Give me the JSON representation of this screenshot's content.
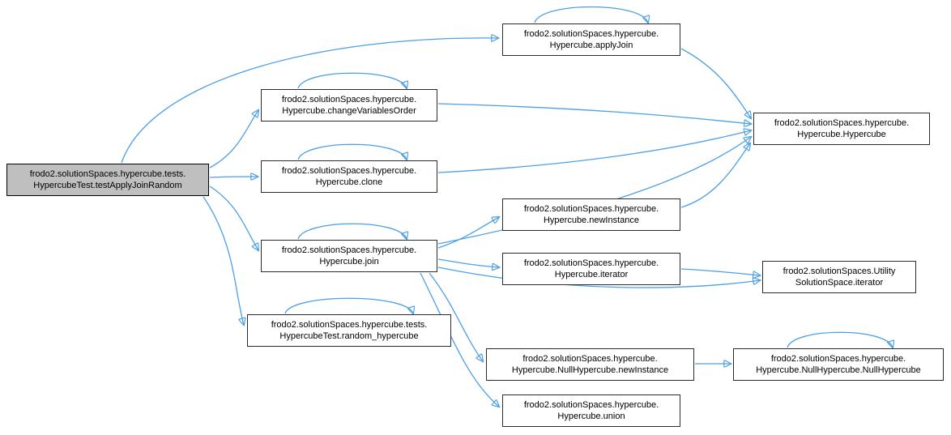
{
  "diagram": {
    "type": "call-graph",
    "colors": {
      "edge": "#4D9FE6",
      "node_fill": "#FFFFFF",
      "root_fill": "#BFBFBF",
      "border": "#2B2B2B",
      "background": "#FFFFFF"
    },
    "nodes": [
      {
        "id": "testApplyJoinRandom",
        "role": "root",
        "line1": "frodo2.solutionSpaces.hypercube.tests.",
        "line2": "HypercubeTest.testApplyJoinRandom"
      },
      {
        "id": "applyJoin",
        "role": "function",
        "line1": "frodo2.solutionSpaces.hypercube.",
        "line2": "Hypercube.applyJoin"
      },
      {
        "id": "changeVariablesOrder",
        "role": "function",
        "line1": "frodo2.solutionSpaces.hypercube.",
        "line2": "Hypercube.changeVariablesOrder"
      },
      {
        "id": "clone",
        "role": "function",
        "line1": "frodo2.solutionSpaces.hypercube.",
        "line2": "Hypercube.clone"
      },
      {
        "id": "Hypercube",
        "role": "function",
        "line1": "frodo2.solutionSpaces.hypercube.",
        "line2": "Hypercube.Hypercube"
      },
      {
        "id": "newInstance",
        "role": "function",
        "line1": "frodo2.solutionSpaces.hypercube.",
        "line2": "Hypercube.newInstance"
      },
      {
        "id": "join",
        "role": "function",
        "line1": "frodo2.solutionSpaces.hypercube.",
        "line2": "Hypercube.join"
      },
      {
        "id": "iterator",
        "role": "function",
        "line1": "frodo2.solutionSpaces.hypercube.",
        "line2": "Hypercube.iterator"
      },
      {
        "id": "UtilitySolutionSpace.iterator",
        "role": "function",
        "line1": "frodo2.solutionSpaces.Utility",
        "line2": "SolutionSpace.iterator"
      },
      {
        "id": "random_hypercube",
        "role": "function",
        "line1": "frodo2.solutionSpaces.hypercube.tests.",
        "line2": "HypercubeTest.random_hypercube"
      },
      {
        "id": "NullHypercube.newInstance",
        "role": "function",
        "line1": "frodo2.solutionSpaces.hypercube.",
        "line2": "Hypercube.NullHypercube.newInstance"
      },
      {
        "id": "NullHypercube.NullHypercube",
        "role": "function",
        "line1": "frodo2.solutionSpaces.hypercube.",
        "line2": "Hypercube.NullHypercube.NullHypercube"
      },
      {
        "id": "union",
        "role": "function",
        "line1": "frodo2.solutionSpaces.hypercube.",
        "line2": "Hypercube.union"
      }
    ],
    "edges": [
      {
        "from": "testApplyJoinRandom",
        "to": "applyJoin"
      },
      {
        "from": "testApplyJoinRandom",
        "to": "changeVariablesOrder"
      },
      {
        "from": "testApplyJoinRandom",
        "to": "clone"
      },
      {
        "from": "testApplyJoinRandom",
        "to": "join"
      },
      {
        "from": "testApplyJoinRandom",
        "to": "random_hypercube"
      },
      {
        "from": "applyJoin",
        "to": "applyJoin"
      },
      {
        "from": "applyJoin",
        "to": "Hypercube"
      },
      {
        "from": "changeVariablesOrder",
        "to": "changeVariablesOrder"
      },
      {
        "from": "changeVariablesOrder",
        "to": "Hypercube"
      },
      {
        "from": "clone",
        "to": "clone"
      },
      {
        "from": "clone",
        "to": "Hypercube"
      },
      {
        "from": "join",
        "to": "join"
      },
      {
        "from": "join",
        "to": "Hypercube"
      },
      {
        "from": "join",
        "to": "newInstance"
      },
      {
        "from": "join",
        "to": "iterator"
      },
      {
        "from": "join",
        "to": "UtilitySolutionSpace.iterator"
      },
      {
        "from": "join",
        "to": "NullHypercube.newInstance"
      },
      {
        "from": "join",
        "to": "union"
      },
      {
        "from": "newInstance",
        "to": "Hypercube"
      },
      {
        "from": "iterator",
        "to": "UtilitySolutionSpace.iterator"
      },
      {
        "from": "NullHypercube.newInstance",
        "to": "NullHypercube.NullHypercube"
      },
      {
        "from": "NullHypercube.NullHypercube",
        "to": "NullHypercube.NullHypercube"
      },
      {
        "from": "random_hypercube",
        "to": "random_hypercube"
      }
    ]
  }
}
